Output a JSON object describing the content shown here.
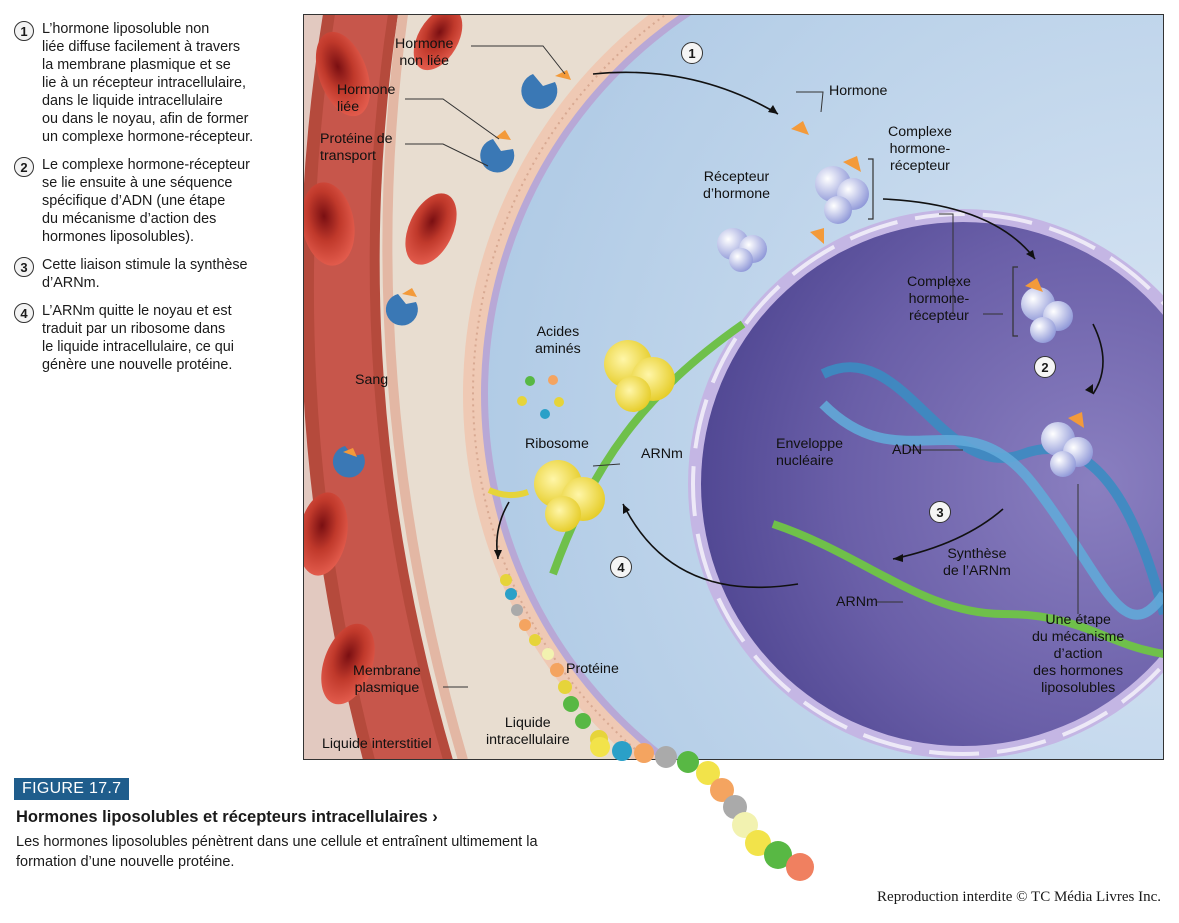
{
  "steps": [
    {
      "num": "1",
      "text": "L’hormone liposoluble non\nliée diffuse facilement à travers\nla membrane plasmique et se\nlie à un récepteur intracellulaire,\ndans le liquide intracellulaire\nou dans le noyau, afin de former\nun complexe hormone-récepteur."
    },
    {
      "num": "2",
      "text": "Le complexe hormone-récepteur\nse lie ensuite à une séquence\nspécifique d’ADN (une étape\ndu mécanisme d’action des\nhormones liposolubles)."
    },
    {
      "num": "3",
      "text": "Cette liaison stimule la synthèse\nd’ARNm."
    },
    {
      "num": "4",
      "text": "L’ARNm quitte le noyau et est\ntraduit par un ribosome dans\nle liquide intracellulaire, ce qui\ngénère une nouvelle protéine."
    }
  ],
  "labels": {
    "hormone_non_liee": "Hormone\nnon liée",
    "hormone_liee": "Hormone\nliée",
    "proteine_transport": "Protéine de\ntransport",
    "sang": "Sang",
    "hormone": "Hormone",
    "complexe1": "Complexe\nhormone-\nrécepteur",
    "recepteur": "Récepteur\nd’hormone",
    "complexe2": "Complexe\nhormone-\nrécepteur",
    "acides": "Acides\naminés",
    "ribosome": "Ribosome",
    "arnm1": "ARNm",
    "enveloppe": "Enveloppe\nnucléaire",
    "adn": "ADN",
    "synthese": "Synthèse\nde l’ARNm",
    "arnm2": "ARNm",
    "etape": "Une étape\ndu mécanisme\nd’action\ndes hormones\nliposolubles",
    "proteine": "Protéine",
    "membrane": "Membrane\nplasmique",
    "liquide_int": "Liquide\nintracellulaire",
    "liquide_inter": "Liquide interstitiel"
  },
  "circles": {
    "c1": "1",
    "c2": "2",
    "c3": "3",
    "c4": "4"
  },
  "figure": {
    "tag": "FIGURE 17.7",
    "title": "Hormones liposolubles et récepteurs intracellulaires  ›",
    "text": "Les hormones liposolubles pénètrent dans une cellule et entraînent ultimement la formation d’une nouvelle protéine."
  },
  "copyright": "Reproduction interdite © TC Média Livres Inc.",
  "colors": {
    "accent": "#1f5d8c",
    "nucleus": "#6a5fa8",
    "cytoplasm": "#c9dcef",
    "blood": "#c0392b"
  }
}
